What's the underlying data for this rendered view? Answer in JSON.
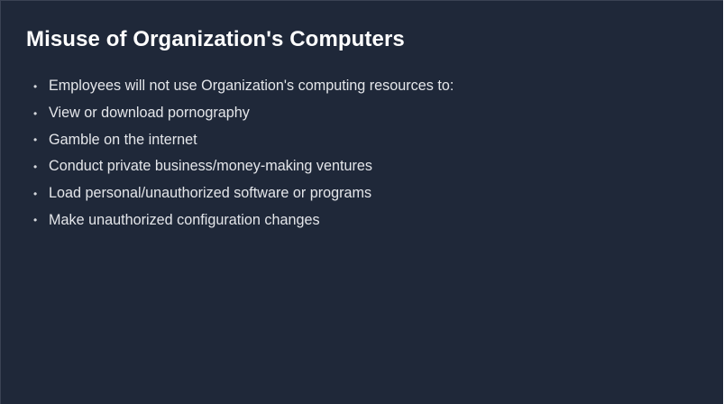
{
  "slide": {
    "title": "Misuse of Organization's Computers",
    "bullet_glyph": "•",
    "bullets": [
      "Employees will not use Organization's computing resources to:",
      "View or download pornography",
      "Gamble on the internet",
      "Conduct private business/money-making ventures",
      "Load personal/unauthorized software or programs",
      "Make unauthorized configuration changes"
    ]
  },
  "colors": {
    "background": "#1f2839",
    "title": "#ffffff",
    "text": "#e4e6ea"
  }
}
